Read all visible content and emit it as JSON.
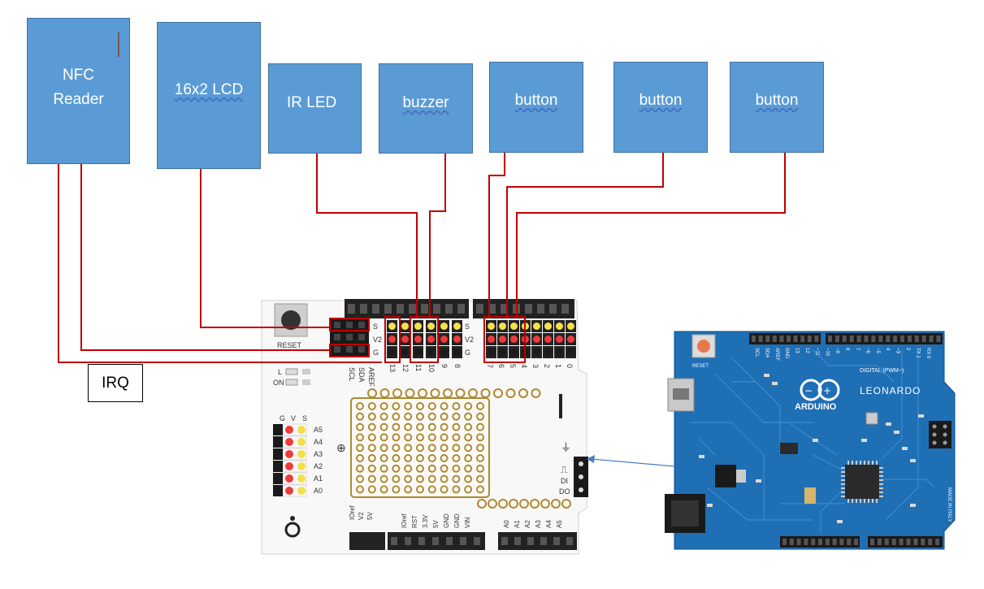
{
  "modules": {
    "nfc": {
      "line1": "NFC",
      "line2": "Reader"
    },
    "lcd": {
      "label": "16x2 LCD"
    },
    "irled": {
      "label": "IR LED"
    },
    "buzzer": {
      "label": "buzzer"
    },
    "button1": {
      "label": "button"
    },
    "button2": {
      "label": "button"
    },
    "button3": {
      "label": "button"
    }
  },
  "irq_label": "IRQ",
  "shield": {
    "reset_label": "RESET",
    "top_pins_left": [
      "13",
      "12",
      "11",
      "10",
      "9",
      "8"
    ],
    "top_pins_right": [
      "7",
      "6",
      "5",
      "4",
      "3",
      "2",
      "1",
      "0"
    ],
    "left_header_labels": [
      "SCL",
      "SDA",
      "AREF"
    ],
    "row_labels": [
      "S",
      "V2",
      "G"
    ],
    "analog_labels": [
      "A5",
      "A4",
      "A3",
      "A2",
      "A1",
      "A0"
    ],
    "analog_header": [
      "G",
      "V",
      "S"
    ],
    "led_labels": [
      "L",
      "ON"
    ],
    "power_pins": [
      "IOref",
      "V2",
      "5V"
    ],
    "power_pins2": [
      "IOref",
      "RST",
      "3.3V",
      "5V",
      "GND",
      "GND",
      "VIN"
    ],
    "analog_bottom": [
      "A0",
      "A1",
      "A2",
      "A3",
      "A4",
      "A5"
    ],
    "side_labels": [
      "DI",
      "DO"
    ]
  },
  "leonardo": {
    "brand": "ARDUINO",
    "model": "LEONARDO",
    "digital_label": "DIGITAL (PWM~)",
    "top_pins": [
      "SCL",
      "SDA",
      "AREF",
      "GND",
      "13",
      "12",
      "~11",
      "~10",
      "~9",
      "8",
      "7",
      "~6",
      "~5",
      "4",
      "~3",
      "2",
      "TX 1",
      "RX 0"
    ],
    "made_in": "MADE IN ITALY",
    "reset": "RESET"
  },
  "colors": {
    "box_fill": "#5b9bd5",
    "wire": "#c00000",
    "leonardo_blue": "#1f6fb5",
    "pin_yellow": "#f5e04a",
    "pin_red": "#ef3b3b"
  }
}
